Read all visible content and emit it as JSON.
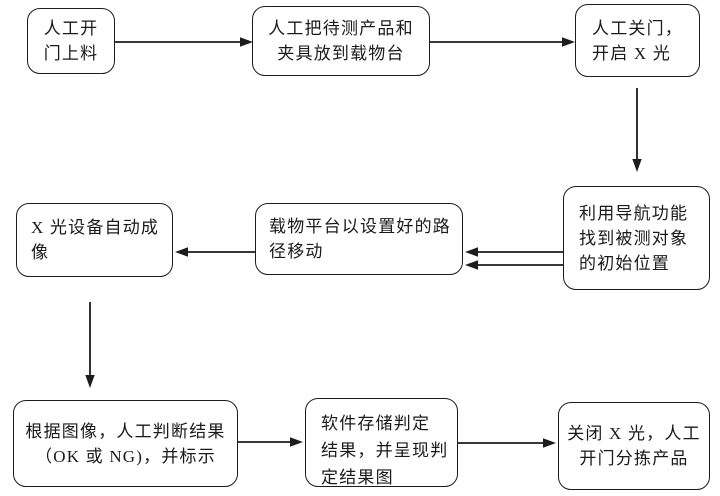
{
  "colors": {
    "background": "#ffffff",
    "line": "#1c1c1c",
    "box_fill": "#ffffff",
    "text": "#1a1a1a"
  },
  "nodes": {
    "n1": {
      "lines": [
        "人工开",
        "门上料"
      ]
    },
    "n2": {
      "lines": [
        "人工把待测产品和",
        "夹具放到载物台"
      ]
    },
    "n3": {
      "lines": [
        "人工关门，",
        "开启 X 光"
      ]
    },
    "n4": {
      "lines": [
        "利用导航功能",
        "找到被测对象",
        "的初始位置"
      ]
    },
    "n5": {
      "lines": [
        "载物平台以设置好的路",
        "径移动"
      ]
    },
    "n6": {
      "lines": [
        "X 光设备自动成",
        "像"
      ]
    },
    "n7": {
      "lines": [
        "根据图像，人工判断结果",
        "（OK 或 NG)，并标示"
      ]
    },
    "n8": {
      "lines": [
        "软件存储判定",
        "结果，并呈现判",
        "定结果图"
      ]
    },
    "n9": {
      "lines": [
        "关闭 X 光，人工",
        "开门分拣产品"
      ]
    }
  },
  "edges": [
    {
      "from": "n1",
      "to": "n2",
      "direction": "right",
      "style": "single"
    },
    {
      "from": "n2",
      "to": "n3",
      "direction": "right",
      "style": "single"
    },
    {
      "from": "n3",
      "to": "n4",
      "direction": "down",
      "style": "single"
    },
    {
      "from": "n4",
      "to": "n5",
      "direction": "left",
      "style": "double"
    },
    {
      "from": "n5",
      "to": "n6",
      "direction": "left",
      "style": "single"
    },
    {
      "from": "n6",
      "to": "n7",
      "direction": "down",
      "style": "single"
    },
    {
      "from": "n7",
      "to": "n8",
      "direction": "right",
      "style": "single"
    },
    {
      "from": "n8",
      "to": "n9",
      "direction": "right",
      "style": "single"
    }
  ]
}
